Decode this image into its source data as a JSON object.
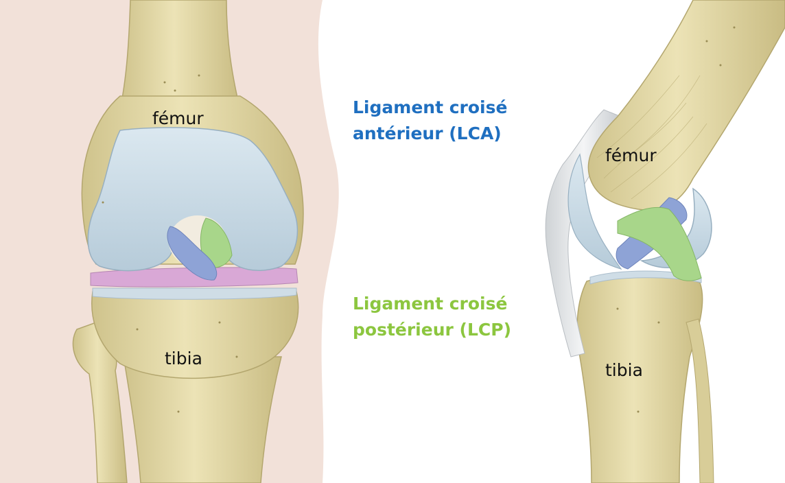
{
  "labels": {
    "front_femur": "fémur",
    "front_tibia": "tibia",
    "side_femur": "fémur",
    "side_tibia": "tibia"
  },
  "ligaments": {
    "anterior": {
      "line1": "Ligament croisé",
      "line2": "antérieur (LCA)",
      "color": "#1f6fc0"
    },
    "posterior": {
      "line1": "Ligament croisé",
      "line2": "postérieur (LCP)",
      "color": "#8cc63f"
    }
  },
  "colors": {
    "skin": "#f2e1d9",
    "bone": "#e6dcaa",
    "cartilage": "#c9dbe6",
    "meniscus": "#d9a8d6",
    "lca": "#8ea3d6",
    "lcp": "#a8d68a",
    "tendon": "#e8eaec"
  }
}
